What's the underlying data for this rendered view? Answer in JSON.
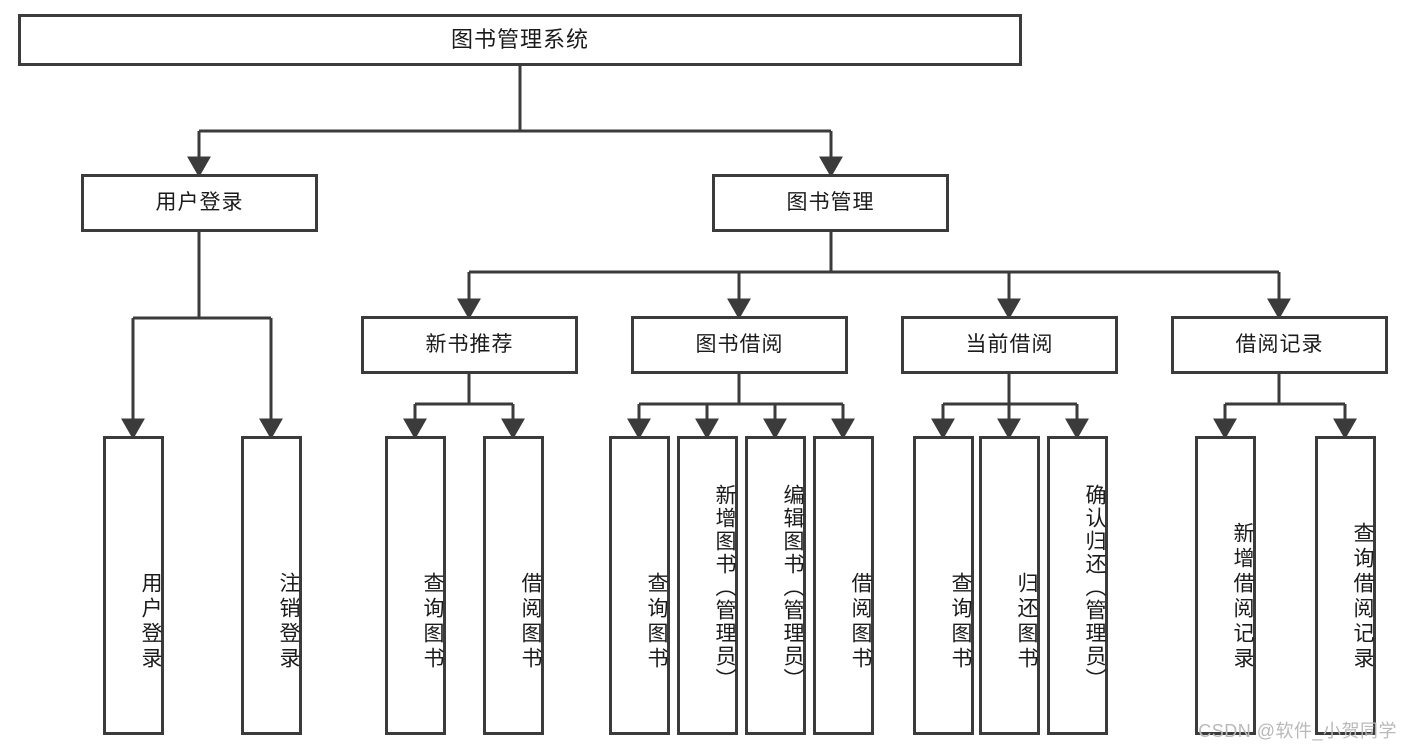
{
  "diagram": {
    "title": "图书管理系统",
    "type": "hierarchy-tree",
    "watermark": "CSDN @软件_小贺同学",
    "colors": {
      "box_border": "#3b3b3b",
      "box_fill": "#ffffff",
      "connector": "#3b3b3b",
      "text": "#1b1b1b",
      "watermark": "#b9b9b9"
    },
    "root": {
      "label": "图书管理系统"
    },
    "level2": [
      {
        "label": "用户登录"
      },
      {
        "label": "图书管理"
      }
    ],
    "level3": [
      {
        "label": "新书推荐"
      },
      {
        "label": "图书借阅"
      },
      {
        "label": "当前借阅"
      },
      {
        "label": "借阅记录"
      }
    ],
    "leaves": {
      "user_login": [
        {
          "label": "用户登录"
        },
        {
          "label": "注销登录"
        }
      ],
      "new_book_recommend": [
        {
          "label": "查询图书"
        },
        {
          "label": "借阅图书"
        }
      ],
      "book_borrow": [
        {
          "label": "查询图书"
        },
        {
          "label": "新增图书（管理员）"
        },
        {
          "label": "编辑图书（管理员）"
        },
        {
          "label": "借阅图书"
        }
      ],
      "current_borrow": [
        {
          "label": "查询图书"
        },
        {
          "label": "归还图书"
        },
        {
          "label": "确认归还（管理员）"
        }
      ],
      "borrow_record": [
        {
          "label": "新增借阅记录"
        },
        {
          "label": "查询借阅记录"
        }
      ]
    }
  }
}
